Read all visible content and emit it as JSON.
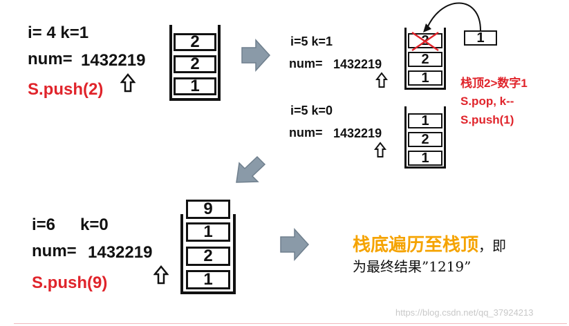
{
  "step1": {
    "vars": "i= 4   k=1",
    "num_label": "num=",
    "num_value": "1432219",
    "op": "S.push(2)",
    "stack": [
      "2",
      "2",
      "1"
    ]
  },
  "step2a": {
    "vars": "i=5   k=1",
    "num_label": "num=",
    "num_value": "1432219",
    "stack": [
      "2",
      "2",
      "1"
    ],
    "incoming": "1",
    "note1": "栈顶2>数字1",
    "note2": "S.pop, k--",
    "note3": "S.push(1)"
  },
  "step2b": {
    "vars": "i=5   k=0",
    "num_label": "num=",
    "num_value": "1432219",
    "stack": [
      "1",
      "2",
      "1"
    ]
  },
  "step3": {
    "vars_i": "i=6",
    "vars_k": "k=0",
    "num_label": "num=",
    "num_value": "1432219",
    "op": "S.push(9)",
    "top": "9",
    "stack": [
      "1",
      "2",
      "1"
    ]
  },
  "result": {
    "line1a": "栈底遍历至栈顶",
    "line1b": "，即",
    "line2": "为最终结果”1219”"
  },
  "watermark": "https://blog.csdn.net/qq_37924213",
  "colors": {
    "red": "#e0242b",
    "orange": "#f5a300",
    "arrow_fill": "#8a9aa8"
  },
  "icons": [
    "up-arrow-icon",
    "block-arrow-right-icon",
    "block-arrow-down-left-icon",
    "cross-out-icon",
    "curved-arrow-icon"
  ]
}
